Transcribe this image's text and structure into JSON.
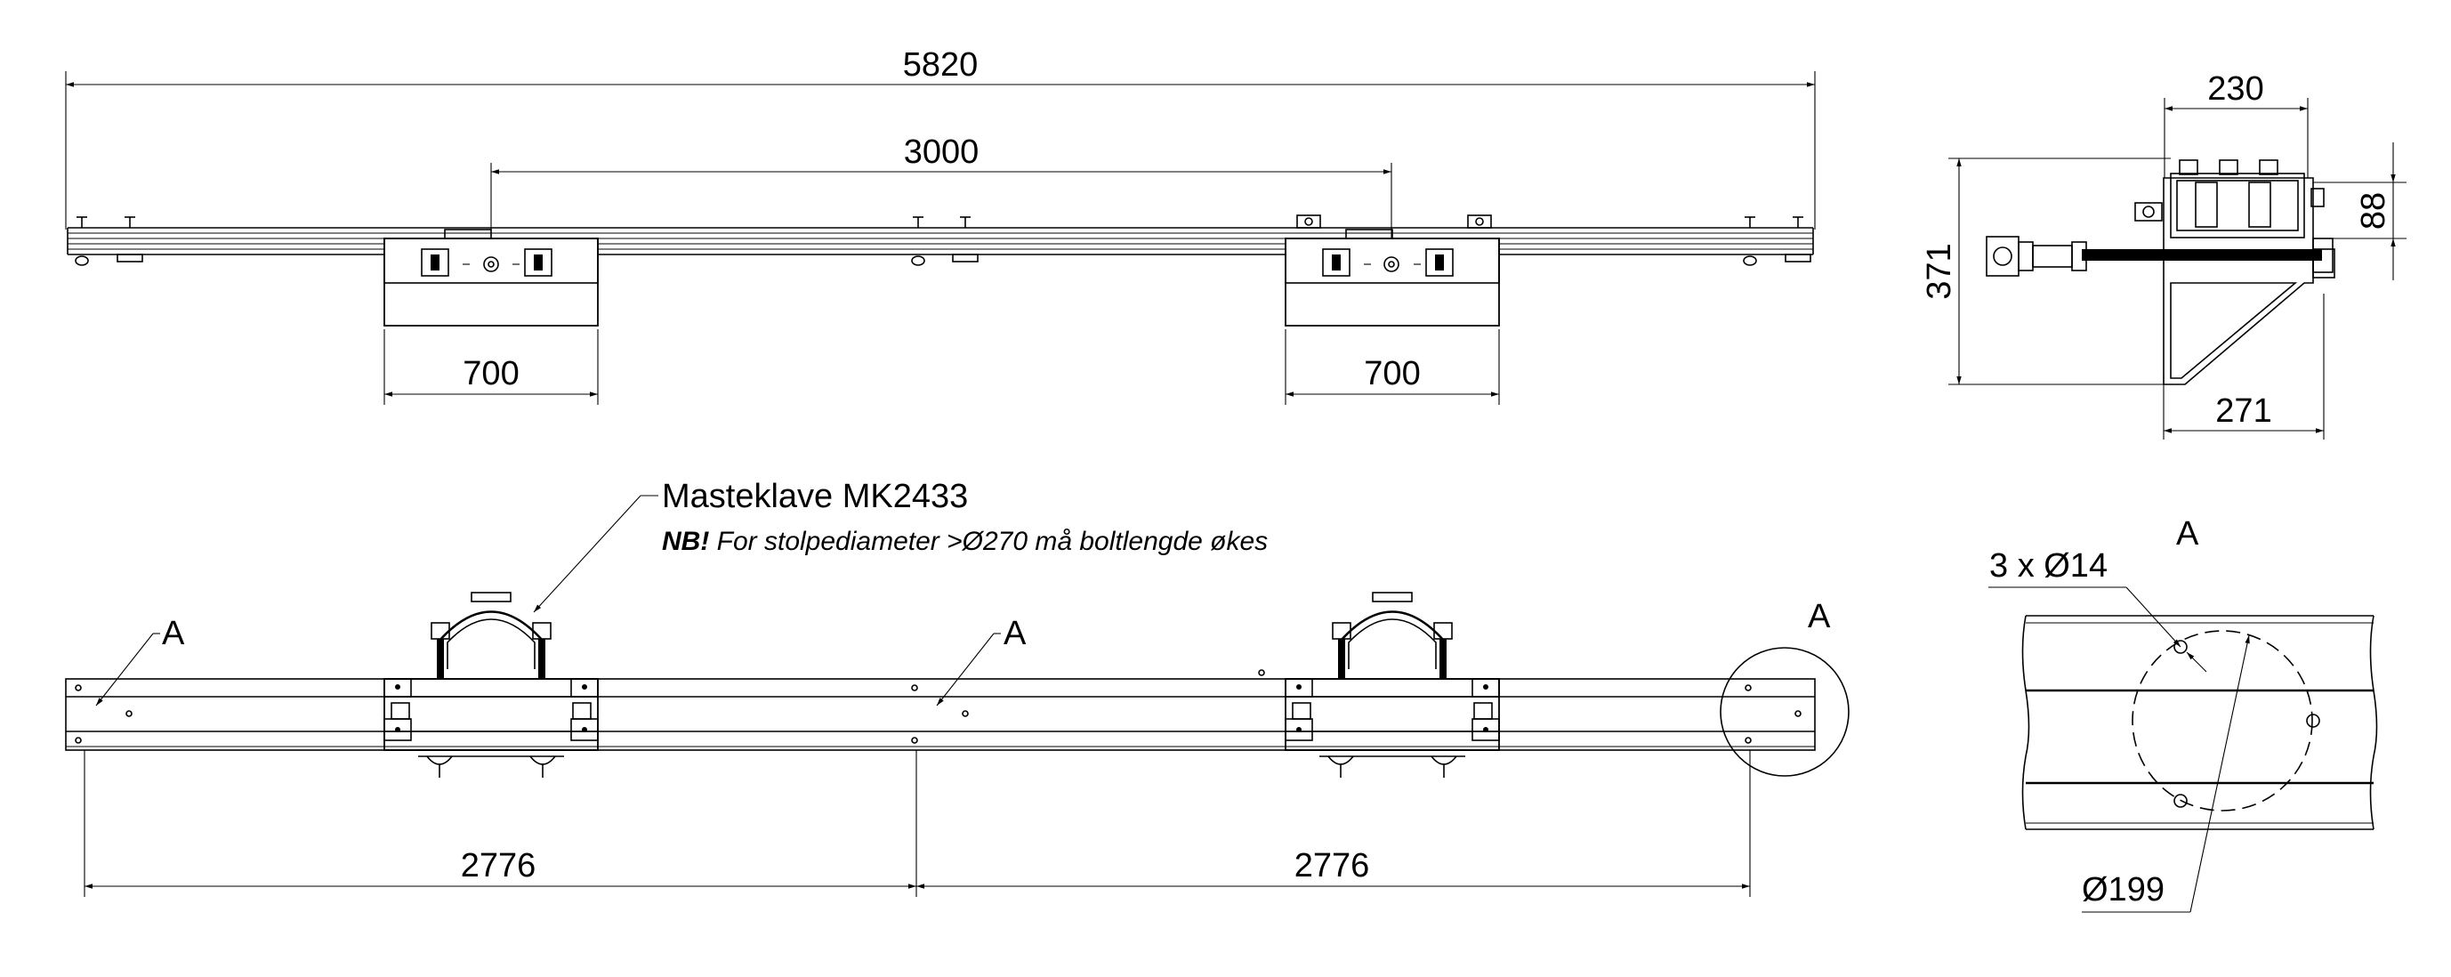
{
  "top_view": {
    "overall_length": "5820",
    "clamp_spacing": "3000",
    "clamp_left_width": "700",
    "clamp_right_width": "700"
  },
  "side_view": {
    "clamp_label": "Masteklave MK2433",
    "note_bold": "NB!",
    "note_text": " For stolpediameter >Ø270 må boltlengde økes",
    "section_marker_left": "A",
    "section_marker_mid": "A",
    "section_marker_end": "A",
    "span_left": "2776",
    "span_right": "2776"
  },
  "end_view": {
    "width_top": "230",
    "height": "371",
    "height_small": "88",
    "width_bottom": "271"
  },
  "detail_a": {
    "title": "A",
    "holes": "3 x Ø14",
    "bolt_circle": "Ø199"
  }
}
